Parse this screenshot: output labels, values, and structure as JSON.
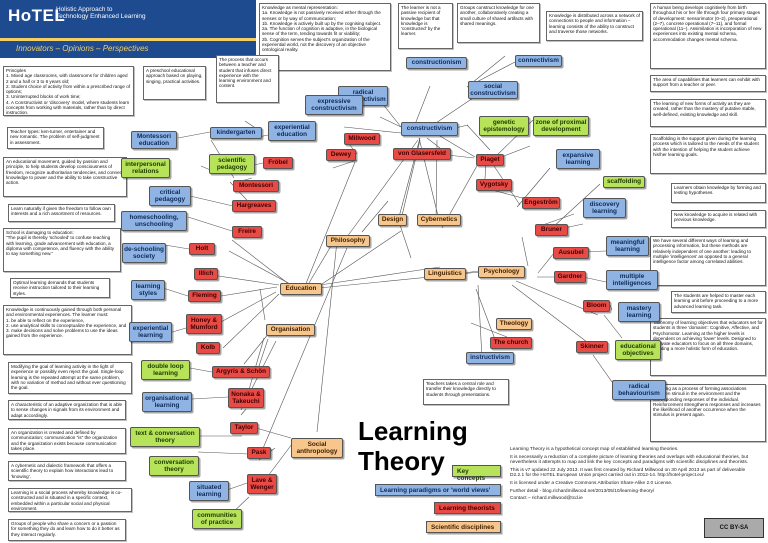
{
  "logo": {
    "name": "HoTEL",
    "subtitle": "Holistic Approach to\nTechnology Enhanced Learning",
    "tagline": "Innovators – Opinions – Perspectives"
  },
  "title": "Learning\nTheory",
  "legend": {
    "key_concepts": "Key concepts",
    "paradigms": "Learning paradigms or 'world views'",
    "theorists": "Learning theorists",
    "disciplines": "Scientific disciplines"
  },
  "info": [
    "Learning Theory is a hypothetical concept map of established learning theories.",
    "It is necessarily a reduction of a complete picture of learning theories and overlaps with educational theories, but nevertheless it attempts to map and link the key concepts and paradigms with scientific disciplines and theorists.",
    "This is v7 updated 22 July 2013. It was first created by Richard Millwood on 30 April 2013 as part of deliverable D2.2.1 for the HoTEL European Union project carried out in 2012-14. http://hotel-project.eu/",
    "It is licensed under a Creative Commons Attribution Share-Alike 2.0 License.",
    "Further detail - blog.richardmillwood.net/2013/05/10/learning-theory/",
    "Contact – richard.millwood@tcd.ie"
  ],
  "cc_label": "CC BY-SA",
  "nodes": [
    {
      "id": "constructivism",
      "label": "constructivism",
      "type": "blue"
    },
    {
      "id": "radical_constructivism",
      "label": "radical constructivism",
      "type": "blue"
    },
    {
      "id": "constructionism",
      "label": "constructionism",
      "type": "blue"
    },
    {
      "id": "connectivism",
      "label": "connectivism",
      "type": "blue"
    },
    {
      "id": "social_constructivism",
      "label": "social constructivism",
      "type": "blue"
    },
    {
      "id": "expressive_constructivism",
      "label": "expressive constructivism",
      "type": "blue"
    },
    {
      "id": "experiential_education",
      "label": "experiential education",
      "type": "blue"
    },
    {
      "id": "kindergarten",
      "label": "kindergarten",
      "type": "blue"
    },
    {
      "id": "montessori_education",
      "label": "Montessori education",
      "type": "blue"
    },
    {
      "id": "critical_pedagogy",
      "label": "critical pedagogy",
      "type": "blue"
    },
    {
      "id": "homeschooling",
      "label": "homeschooling, unschooling",
      "type": "blue"
    },
    {
      "id": "deschooling",
      "label": "de-schooling society",
      "type": "blue"
    },
    {
      "id": "learning_styles",
      "label": "learning styles",
      "type": "blue"
    },
    {
      "id": "experiential_learning",
      "label": "experiential learning",
      "type": "blue"
    },
    {
      "id": "organisational_learning",
      "label": "organisational learning",
      "type": "blue"
    },
    {
      "id": "situated_learning",
      "label": "situated learning",
      "type": "blue"
    },
    {
      "id": "expansive_learning",
      "label": "expansive learning",
      "type": "blue"
    },
    {
      "id": "discovery_learning",
      "label": "discovery learning",
      "type": "blue"
    },
    {
      "id": "meaningful_learning",
      "label": "meaningful learning",
      "type": "blue"
    },
    {
      "id": "multiple_intelligences",
      "label": "multiple intelligences",
      "type": "blue"
    },
    {
      "id": "mastery_learning",
      "label": "mastery learning",
      "type": "blue"
    },
    {
      "id": "radical_behaviourism",
      "label": "radical behaviourism",
      "type": "blue"
    },
    {
      "id": "instructivism",
      "label": "instructivism",
      "type": "blue"
    },
    {
      "id": "millwood",
      "label": "Millwood",
      "type": "red"
    },
    {
      "id": "von_glasersfeld",
      "label": "von Glasersfeld",
      "type": "red"
    },
    {
      "id": "piaget",
      "label": "Piaget",
      "type": "red"
    },
    {
      "id": "vygotsky",
      "label": "Vygotsky",
      "type": "red"
    },
    {
      "id": "engestrom",
      "label": "Engeström",
      "type": "red"
    },
    {
      "id": "bruner",
      "label": "Bruner",
      "type": "red"
    },
    {
      "id": "ausubel",
      "label": "Ausubel",
      "type": "red"
    },
    {
      "id": "gardner",
      "label": "Gardner",
      "type": "red"
    },
    {
      "id": "bloom",
      "label": "Bloom",
      "type": "red"
    },
    {
      "id": "skinner",
      "label": "Skinner",
      "type": "red"
    },
    {
      "id": "dewey",
      "label": "Dewey",
      "type": "red"
    },
    {
      "id": "frobel",
      "label": "Fröbel",
      "type": "red"
    },
    {
      "id": "montessori",
      "label": "Montessori",
      "type": "red"
    },
    {
      "id": "hargreaves",
      "label": "Hargreaves",
      "type": "red"
    },
    {
      "id": "freire",
      "label": "Freire",
      "type": "red"
    },
    {
      "id": "holt",
      "label": "Holt",
      "type": "red"
    },
    {
      "id": "illich",
      "label": "Illich",
      "type": "red"
    },
    {
      "id": "fleming",
      "label": "Fleming",
      "type": "red"
    },
    {
      "id": "honey_mumford",
      "label": "Honey & Mumford",
      "type": "red"
    },
    {
      "id": "kolb",
      "label": "Kolb",
      "type": "red"
    },
    {
      "id": "argyris",
      "label": "Argyris & Schön",
      "type": "red"
    },
    {
      "id": "nonaka",
      "label": "Nonaka & Takeuchi",
      "type": "red"
    },
    {
      "id": "taylor",
      "label": "Taylor",
      "type": "red"
    },
    {
      "id": "pask",
      "label": "Pask",
      "type": "red"
    },
    {
      "id": "lave_wenger",
      "label": "Lave & Wenger",
      "type": "red"
    },
    {
      "id": "genetic_epistemology",
      "label": "genetic epistemology",
      "type": "green"
    },
    {
      "id": "zpd",
      "label": "zone of proximal development",
      "type": "green"
    },
    {
      "id": "scaffolding",
      "label": "scaffolding",
      "type": "green"
    },
    {
      "id": "scientific_pedagogy",
      "label": "scientific pedagogy",
      "type": "green"
    },
    {
      "id": "interpersonal_relations",
      "label": "interpersonal relations",
      "type": "green"
    },
    {
      "id": "educational_objectives",
      "label": "educational objectives",
      "type": "green"
    },
    {
      "id": "double_loop",
      "label": "double loop learning",
      "type": "green"
    },
    {
      "id": "text_conversation",
      "label": "text & conversation theory",
      "type": "green"
    },
    {
      "id": "conversation_theory",
      "label": "conversation theory",
      "type": "green"
    },
    {
      "id": "communities_practice",
      "label": "communities of practice",
      "type": "green"
    },
    {
      "id": "design",
      "label": "Design",
      "type": "orange"
    },
    {
      "id": "cybernetics",
      "label": "Cybernetics",
      "type": "orange"
    },
    {
      "id": "philosophy",
      "label": "Philosophy",
      "type": "orange"
    },
    {
      "id": "linguistics",
      "label": "Linguistics",
      "type": "orange"
    },
    {
      "id": "psychology",
      "label": "Psychology",
      "type": "orange"
    },
    {
      "id": "education",
      "label": "Education",
      "type": "orange"
    },
    {
      "id": "organisation",
      "label": "Organisation",
      "type": "orange"
    },
    {
      "id": "theology",
      "label": "Theology",
      "type": "orange"
    },
    {
      "id": "the_church",
      "label": "The church",
      "type": "red"
    },
    {
      "id": "social_anthropology",
      "label": "Social anthropology",
      "type": "orange"
    }
  ],
  "notes": [
    {
      "id": "n_knowledge",
      "text": "Knowledge as mental representation:\n1a. Knowledge is not passively received either through the senses or by way of communication;\n1b. Knowledge is actively built up by the cognising subject.\n2a. The function of cognition is adaptive, in the biological sense of the term, tending towards fit or viability;\n2b. Cognition serves the subject's organization of the experiential world, not the discovery of an objective ontological reality."
    },
    {
      "id": "n_learner",
      "text": "The learner is not a passive recipient of knowledge but that knowledge is 'constructed' by the learner."
    },
    {
      "id": "n_groups",
      "text": "Groups construct knowledge for one another, collaboratively creating a small culture of shared artifacts with shared meanings."
    },
    {
      "id": "n_distributed",
      "text": "Knowledge is distributed across a network of connections to people and information –\nlearning consists of the ability to construct and traverse those networks."
    },
    {
      "id": "n_stages",
      "text": "A human being develops cognitively from birth throughout his or her life through four primary stages of development: sensorimotor (0–2), preoperational (2–7), concrete operational (7–11), and formal operational (11–). Assimilation is incorporation of new experiences into existing mental schema, accommodation changes mental schema."
    },
    {
      "id": "n_principles",
      "text": "Principles\n1. Mixed age classrooms, with classrooms for children aged 2 and a half or 3 to 6 years old;\n2. Student choice of activity from within a prescribed range of options;\n3. Uninterrupted blocks of work time;\n4. A Constructivist or 'discovery' model, where students learn concepts from working with materials, rather than by direct instruction."
    },
    {
      "id": "n_preschool",
      "text": "A preschool educational approach based on playing, singing, practical activities."
    },
    {
      "id": "n_process",
      "text": "The process that occurs between a teacher and student that infuses direct experience with the learning environment and content."
    },
    {
      "id": "n_area",
      "text": "The area of capabilities that learners can exhibit with support from a teacher or peer."
    },
    {
      "id": "n_new_forms",
      "text": "The learning of new forms of activity as they are created, rather than the mastery of putative stable, well-defined, existing knowledge and skill."
    },
    {
      "id": "n_teacher_types",
      "text": "Teacher types: ken-turner, entertainer and new romantic. The problem of self-judgment in assessment."
    },
    {
      "id": "n_movement",
      "text": "An educational movement, guided by passion and principle, to help students develop consciousness of freedom, recognize authoritarian tendencies, and connect knowledge to power and the ability to take constructive action."
    },
    {
      "id": "n_scaffold_desc",
      "text": "Scaffolding is the support given during the learning process which is tailored to the needs of the student with the intention of helping the student achieve his/her learning goals."
    },
    {
      "id": "n_learn_naturally",
      "text": "Learn naturally if given the freedom to follow own interests and a rich assortment of resources."
    },
    {
      "id": "n_learners_obtain",
      "text": "Learners obtain knowledge by forming and testing hypotheses."
    },
    {
      "id": "n_school_damaging",
      "text": "School is damaging to education:\n\"The pupil is thereby 'schooled' to confuse teaching with learning, grade advancement with education, a diploma with competence, and fluency with the ability to say something new.\""
    },
    {
      "id": "n_new_knowledge",
      "text": "New knowledge to acquire is related with previous knowledge."
    },
    {
      "id": "n_different_ways",
      "text": "We have several different ways of learning and processing information, but these methods are relatively independent of one another: leading to multiple 'intelligences' as opposed to a general intelligence factor among correlated abilities."
    },
    {
      "id": "n_optimal",
      "text": "Optimal learning demands that students receive instruction tailored to their learning styles."
    },
    {
      "id": "n_knowledge_acquired",
      "text": "Knowledge is continuously gained through both personal and environmental experiences. The learner must:\n1. be able to reflect on the experience,\n2. use analytical skills to conceptualize the experience, and\n3. make decisions and solve problems to use the ideas gained from the experience."
    },
    {
      "id": "n_helped",
      "text": "The students are helped to master each learning unit before proceeding to a more advanced learning task."
    },
    {
      "id": "n_taxonomy",
      "text": "Taxonomy of learning objectives that educators set for students in three 'domains': Cognitive, Affective, and Psychomotor. Learning at the higher levels is dependent on achieving 'lower' levels. Designed to motivate educators to focus on all three domains, creating a more holistic form of education."
    },
    {
      "id": "n_modifying",
      "text": "Modifying the goal of learning activity in the light of experience or possibly even reject the goal. Single-loop learning is the repeated attempt at the same problem, with no variation of method and without ever questioning the goal."
    },
    {
      "id": "n_teachers_central",
      "text": "Teachers takes a central role and transfer their knowledge directly to students through presentations."
    },
    {
      "id": "n_characteristic",
      "text": "A characteristic of an adaptive organization that is able to sense changes in signals from its environment and adapt accordingly."
    },
    {
      "id": "n_process_behaviour",
      "text": "Learning as a process of forming associations between stimuli in the environment and the corresponding responses of the individual. Reinforcement strengthens responses and increases the likelihood of another occurrence when the stimulus is present again."
    },
    {
      "id": "n_org_communication",
      "text": "An organization is created and defined by communication; communication \"is\" the organization and the organization exists because communication takes place."
    },
    {
      "id": "n_cybernetic",
      "text": "A cybernetic and dialectic framework that offers a scientific theory to explain how interactions lead to 'knowing'."
    },
    {
      "id": "n_social_process",
      "text": "Learning is a social process whereby knowledge is co-constructed and is situated in a specific context, embedded within a particular social and physical environment."
    },
    {
      "id": "n_groups_people",
      "text": "Groups of people who share a concern or a passion for something they do and learn how to do it better as they interact regularly."
    }
  ]
}
